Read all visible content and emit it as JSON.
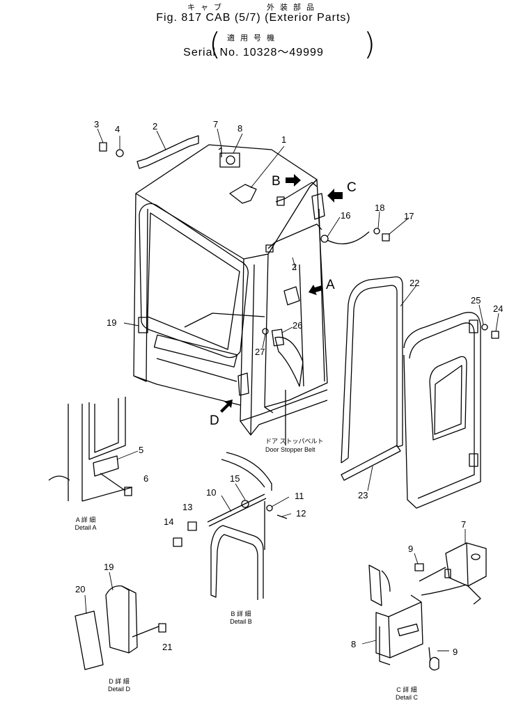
{
  "header": {
    "jp_title": "キャブ　　　外装部品",
    "fig_title": "Fig. 817 CAB (5/7) (Exterior Parts)",
    "jp_serial": "適用号機",
    "serial": "Serial No. 10328～49999"
  },
  "part_numbers": [
    "1",
    "2",
    "2",
    "3",
    "4",
    "5",
    "6",
    "7",
    "7",
    "8",
    "8",
    "9",
    "9",
    "10",
    "11",
    "12",
    "13",
    "14",
    "15",
    "16",
    "17",
    "18",
    "19",
    "19",
    "20",
    "21",
    "22",
    "23",
    "24",
    "25",
    "26",
    "27"
  ],
  "view_arrows": [
    "A",
    "B",
    "C",
    "D"
  ],
  "belt_label": {
    "jp": "ドア ストッパベルト",
    "en": "Door Stopper Belt"
  },
  "details": {
    "a": {
      "jp": "A 詳 細",
      "en": "Detail A"
    },
    "b": {
      "jp": "B 詳 細",
      "en": "Detail B"
    },
    "c": {
      "jp": "C 詳 細",
      "en": "Detail C"
    },
    "d": {
      "jp": "D 詳 細",
      "en": "Detail D"
    }
  }
}
